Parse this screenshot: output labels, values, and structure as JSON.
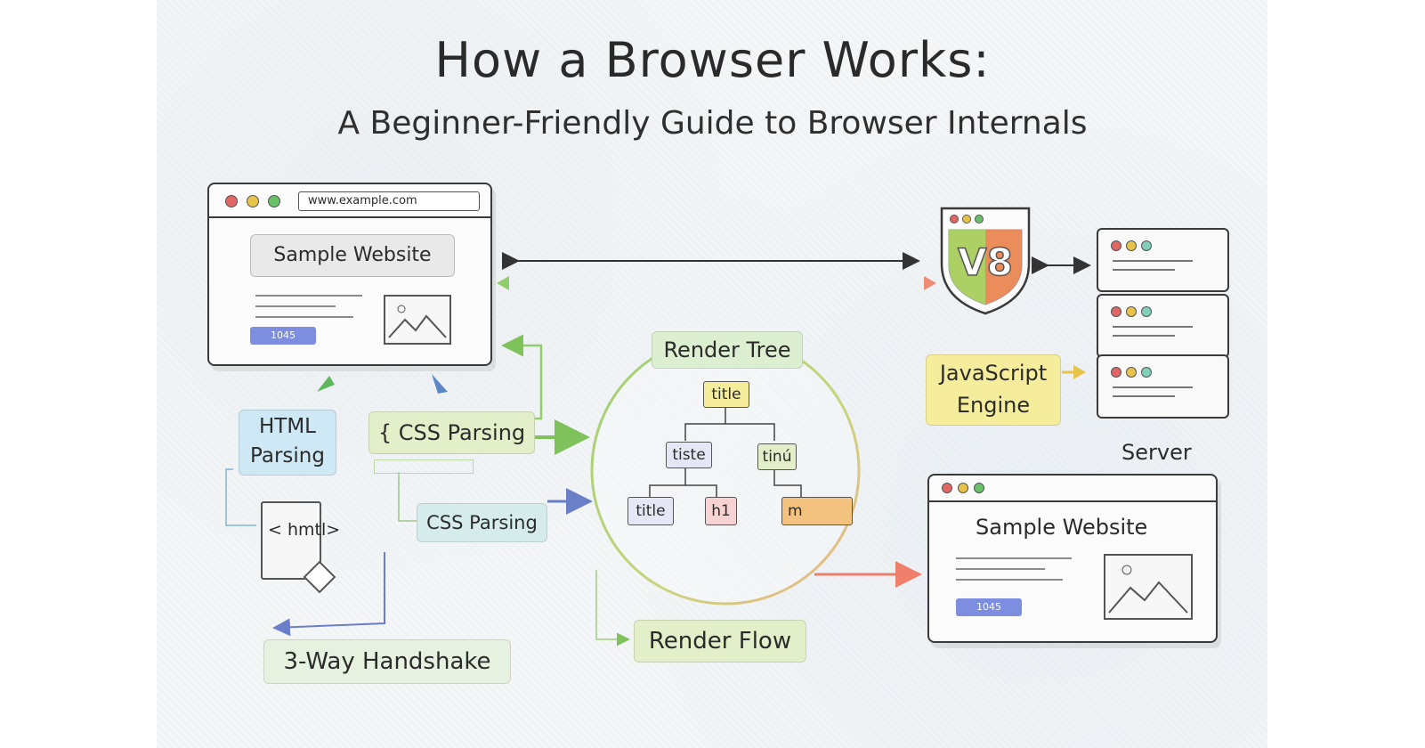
{
  "title": "How a Browser Works:",
  "subtitle": "A Beginner-Friendly Guide to Browser Internals",
  "browser_top": {
    "url": "www.example.com",
    "site_title": "Sample Website",
    "button_label": "1045"
  },
  "browser_bottom": {
    "site_title": "Sample Website",
    "button_label": "1045"
  },
  "steps": {
    "html_parsing": "HTML Parsing",
    "css_parsing_1": "{ CSS Parsing",
    "css_parsing_2": "CSS Parsing",
    "html_tag": "< hmtl>",
    "handshake": "3-Way Handshake",
    "render_tree": "Render Tree",
    "render_flow": "Render Flow"
  },
  "render_tree_nodes": {
    "root": "title",
    "left": "tiste",
    "right": "tinú",
    "ll": "title",
    "lr": "h1",
    "rr": "m"
  },
  "engine": {
    "logo": "V8",
    "label": "JavaScript Engine"
  },
  "server_label": "Server",
  "colors": {
    "window_dot_red": "#e06666",
    "window_dot_yellow": "#e8c34a",
    "window_dot_green": "#6abf69",
    "html_tag_bg": "#cfe8f5",
    "css_tag_bg": "#e2efc9",
    "render_tag_bg": "#dcefd0",
    "engine_tag_bg": "#f6ed9c",
    "arrow_dark": "#333333",
    "arrow_gradient_from": "#8fce6a",
    "arrow_gradient_to": "#f08a72"
  }
}
